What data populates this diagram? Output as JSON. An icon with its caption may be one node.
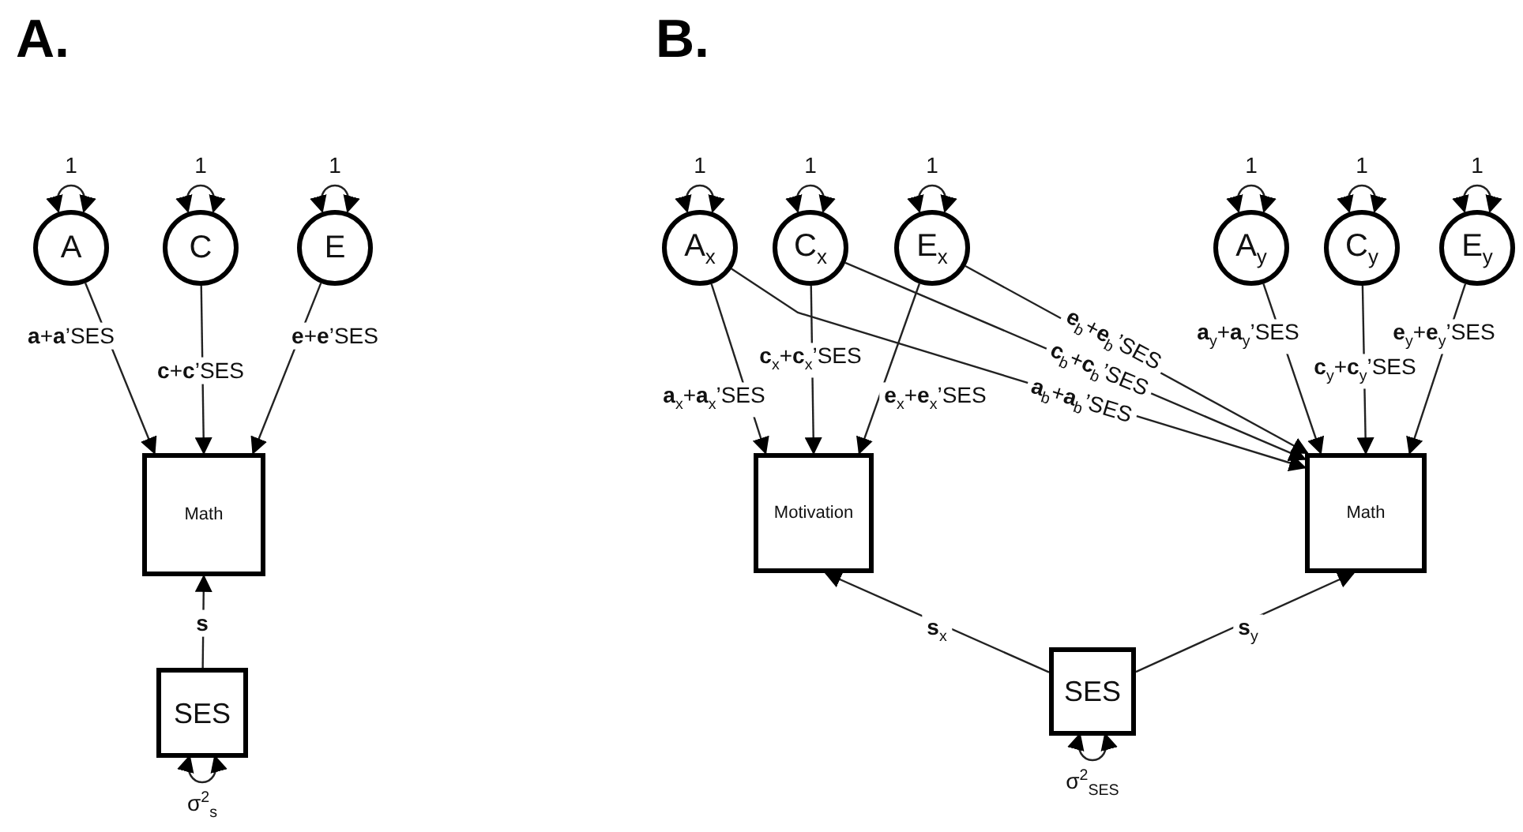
{
  "diagram": {
    "nodes": [
      {
        "text": [
          "A"
        ]
      },
      {
        "text": [
          "C"
        ]
      },
      {
        "text": [
          "E"
        ]
      },
      {
        "text": [
          "Math"
        ]
      },
      {
        "text": [
          "SES"
        ]
      },
      {
        "text": [
          "A$_{x}$"
        ]
      },
      {
        "text": [
          "C$_{x}$"
        ]
      },
      {
        "text": [
          "E$_{x}$"
        ]
      },
      {
        "text": [
          "A$_{y}$"
        ]
      },
      {
        "text": [
          "C$_{y}$"
        ]
      },
      {
        "text": [
          "E$_{y}$"
        ]
      },
      {
        "text": [
          "Motivation"
        ]
      },
      {
        "text": [
          "Math"
        ]
      },
      {
        "text": [
          "SES"
        ]
      }
    ],
    "edges": [
      {
        "from": 0,
        "to": 0,
        "arrow": "both",
        "label": "1"
      },
      {
        "from": 1,
        "to": 1,
        "arrow": "both",
        "label": "1"
      },
      {
        "from": 2,
        "to": 2,
        "arrow": "both",
        "label": "1"
      },
      {
        "from": 0,
        "to": 3,
        "arrow": "to",
        "label": "**a**+**a**’SES"
      },
      {
        "from": 1,
        "to": 3,
        "arrow": "to",
        "label": "**c**+**c**’SES"
      },
      {
        "from": 2,
        "to": 3,
        "arrow": "to",
        "label": "**e**+**e**’SES"
      },
      {
        "from": 4,
        "to": 3,
        "arrow": "to",
        "label": "**s**"
      },
      {
        "from": 4,
        "to": 4,
        "arrow": "both",
        "label": "σ$^{2}$$_{s}$"
      },
      {
        "from": 5,
        "to": 5,
        "arrow": "both",
        "label": "1"
      },
      {
        "from": 6,
        "to": 6,
        "arrow": "both",
        "label": "1"
      },
      {
        "from": 7,
        "to": 7,
        "arrow": "both",
        "label": "1"
      },
      {
        "from": 8,
        "to": 8,
        "arrow": "both",
        "label": "1"
      },
      {
        "from": 9,
        "to": 9,
        "arrow": "both",
        "label": "1"
      },
      {
        "from": 10,
        "to": 10,
        "arrow": "both",
        "label": "1"
      },
      {
        "from": 5,
        "to": 11,
        "arrow": "to",
        "label": "**a**$_{x}$+**a**$_{x}$’SES"
      },
      {
        "from": 6,
        "to": 11,
        "arrow": "to",
        "label": "**c**$_{x}$+**c**$_{x}$’SES"
      },
      {
        "from": 7,
        "to": 11,
        "arrow": "to",
        "label": "**e**$_{x}$+**e**$_{x}$’SES"
      },
      {
        "from": 7,
        "to": 12,
        "arrow": "to",
        "label": "**e**$_{b}$+**e**$_{b}$’SES"
      },
      {
        "from": 6,
        "to": 12,
        "arrow": "to",
        "label": "**c**$_{b}$+**c**$_{b}$’SES"
      },
      {
        "from": 5,
        "to": 12,
        "arrow": "to",
        "label": "**a**$_{b}$+**a**$_{b}$’SES"
      },
      {
        "from": 8,
        "to": 12,
        "arrow": "to",
        "label": "**a**$_{y}$+**a**$_{y}$’SES"
      },
      {
        "from": 9,
        "to": 12,
        "arrow": "to",
        "label": "**c**$_{y}$+**c**$_{y}$’SES"
      },
      {
        "from": 10,
        "to": 12,
        "arrow": "to",
        "label": "**e**$_{y}$+**e**$_{y}$’SES"
      },
      {
        "from": 13,
        "to": 11,
        "arrow": "to",
        "label": "**s**$_{x}$"
      },
      {
        "from": 13,
        "to": 12,
        "arrow": "to",
        "label": "**s**$_{y}$"
      },
      {
        "from": 13,
        "to": 13,
        "arrow": "both",
        "label": "σ$^{2}$$_{SES}$"
      }
    ],
    "labels": [
      "A.",
      "B."
    ]
  }
}
